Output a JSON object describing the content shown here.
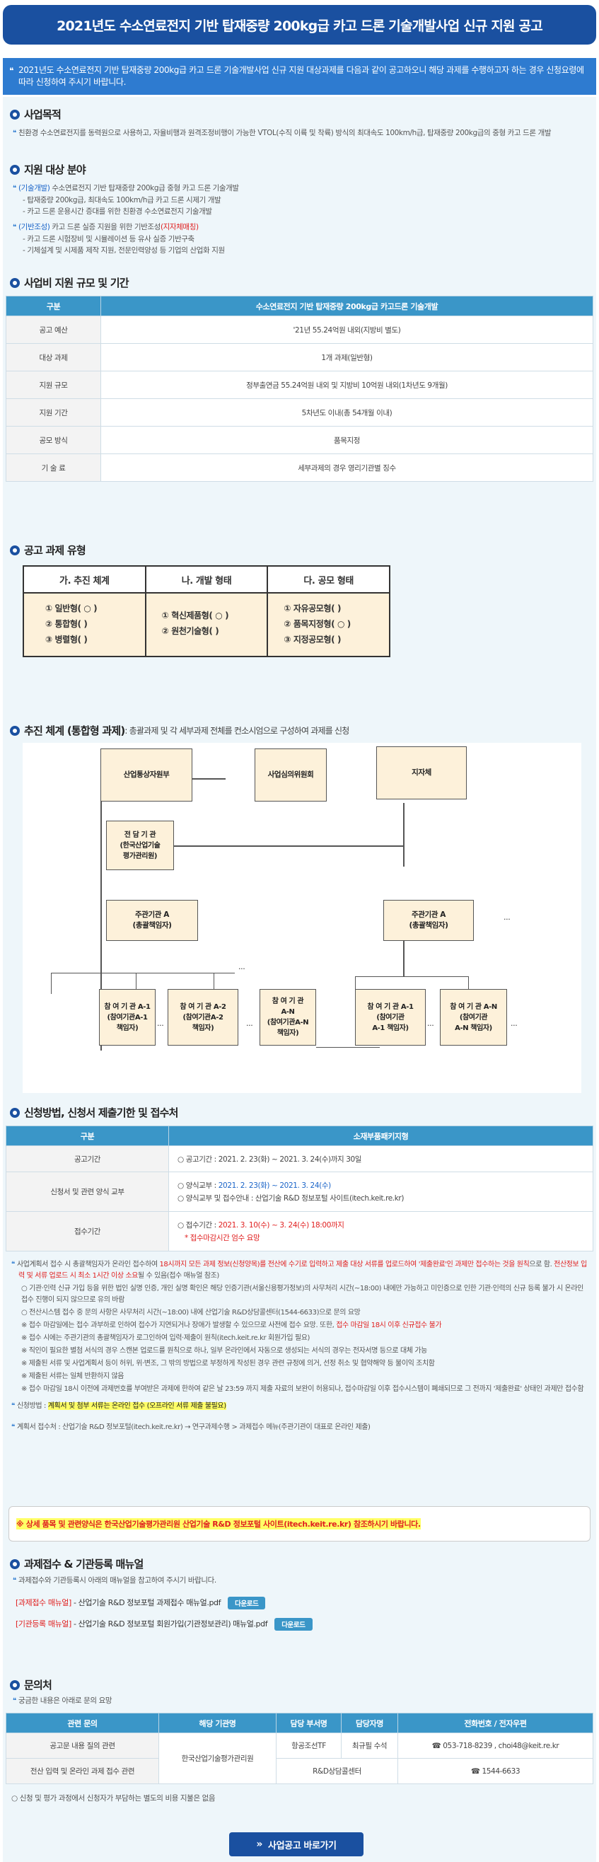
{
  "title": "2021년도 수소연료전지 기반 탑재중량 200kg급 카고 드론 기술개발사업 신규 지원 공고",
  "intro": "2021년도 수소연료전지 기반 탑재중량 200kg급 카고 드론 기술개발사업 신규 지원 대상과제를 다음과 같이 공고하오니 해당 과제를 수행하고자 하는 경우 신청요령에 따라 신청하여 주시기 바랍니다.",
  "s1": {
    "title": "사업목적",
    "text": "친환경 수소연료전지를 동력원으로 사용하고, 자율비행과 원격조정비행이 가능한 VTOL(수직 이륙 및 착륙) 방식의 최대속도 100km/h급, 탑재중량 200kg급의 중형 카고 드론 개발"
  },
  "s2": {
    "title": "지원 대상 분야",
    "a_tag": "(기술개발)",
    "a_text": " 수소연료전지 기반 탑재중량 200kg급 중형 카고 드론 기술개발",
    "a1": "- 탑재중량 200kg급, 최대속도 100km/h급 카고 드론 시제기 개발",
    "a2": "- 카고 드론 운용시간 증대를 위한 친환경 수소연료전지 기술개발",
    "b_tag": "(기반조성)",
    "b_text": " 카고 드론 실증 지원을 위한 기반조성",
    "b_tag2": "(지자체매칭)",
    "b1": "- 카고 드론 시험장비 및 시뮬레이션 등 유사 실증 기반구축",
    "b2": "- 기체설계 및 시제품 제작 지원, 전문인력양성 등 기업의 산업화 지원"
  },
  "s3": {
    "title": "사업비 지원 규모 및 기간",
    "h1": "구분",
    "h2": "수소연료전지 기반 탑재중량 200kg급 카고드론 기술개발",
    "rows": [
      [
        "공고 예산",
        "'21년 55.24억원 내외(지방비 별도)"
      ],
      [
        "대상 과제",
        "1개 과제(일반형)"
      ],
      [
        "지원 규모",
        "정부출연금 55.24억원 내외 및 지방비 10억원 내외(1차년도 9개월)"
      ],
      [
        "지원 기간",
        "5차년도 이내(총 54개월 이내)"
      ],
      [
        "공모 방식",
        "품목지정"
      ],
      [
        "기 술 료",
        "세부과제의 경우 영리기관별 징수"
      ]
    ]
  },
  "s4": {
    "title": "공고 과제 유형",
    "c1": "가. 추진 체계",
    "c2": "나. 개발 형태",
    "c3": "다. 공모 형태",
    "c1a": "① 일반형( ○ )",
    "c1b": "② 통합형(    )",
    "c1c": "③ 병렬형(    )",
    "c2a": "① 혁신제품형( ○ )",
    "c2b": "② 원천기술형(    )",
    "c3a": "① 자유공모형(    )",
    "c3b": "② 품목지정형( ○ )",
    "c3c": "③ 지정공모형(    )"
  },
  "s5": {
    "title": "추진 체계 (통합형 과제)",
    "desc": " : 총괄과제 및 각 세부과제 전체를 컨소시엄으로 구성하여 과제를 신청",
    "b1": "산업통상자원부",
    "b2": "사업심의위원회",
    "b3": "지자체",
    "b4": "전 담 기 관\n(한국산업기술\n평가관리원)",
    "b5": "주관기관 A\n(총괄책임자)",
    "b6": "주관기관 A\n(총괄책임자)",
    "p1": "참 여 기 관 A-1\n(참여기관A-1\n책임자)",
    "p2": "참 여 기 관 A-2\n(참여기관A-2\n책임자)",
    "p3": "참 여 기 관\nA-N\n(참여기관A-N\n책임자)",
    "p4": "참 여 기 관 A-1\n(참여기관\nA-1 책임자)",
    "p5": "참 여 기 관 A-N\n(참여기관\nA-N 책임자)",
    "dots": "..."
  },
  "s6": {
    "title": "신청방법, 신청서 제출기한 및 접수처",
    "h1": "구분",
    "h2": "소재부품패키지형",
    "r1l": "공고기간",
    "r1": "○ 공고기간 : 2021. 2. 23(화) ~ 2021. 3. 24(수)까지 30일",
    "r2l": "신청서 및 관련 양식 교부",
    "r2a": "○ 양식교부 : ",
    "r2a2": "2021. 2. 23(화) ~ 2021. 3. 24(수)",
    "r2b": "○ 양식교부 및 접수안내 : 산업기술 R&D 정보포털 사이트(itech.keit.re.kr)",
    "r3l": "접수기간",
    "r3a": "○ 접수기간 : ",
    "r3a2": "2021. 3. 10(수) ~ 3. 24(수) 18:00까지",
    "r3b": "* 접수마감시간 엄수 요망"
  },
  "notes": {
    "n1a": "사업계획서 접수 시 총괄책임자가 온라인 접수하여 ",
    "n1b": "18시까지 모든 과제 정보(신청양목)를 전산에 수기로 입력하고 제출 대상 서류를 업로드하여 '제출완료'인 과제만 접수하는 것을 원칙",
    "n1c": "으로 함. ",
    "n1d": "전산정보 입력 및 서류 업로드 시 최소 1시간 이상 소요",
    "n1e": "될 수 있음(접수 매뉴얼 참조)",
    "n2": "○ 기관·인력 신규 가입 등을 위한 법인 실명 인증, 개인 실명 확인은 해당 인증기관(서울신용평가정보)의 사무처리 시간(~18:00) 내에만 가능하고 미인증으로 인한 기관·인력의 신규 등록 불가 시 온라인 접수 진행이 되지 않으므로 유의 바람",
    "n3": "○ 전산시스템 접수 중 문의 사항은 사무처리 시간(~18:00) 내에 산업기술 R&D상담콜센터(1544-6633)으로 문의 요망",
    "n4a": "※ 접수 마감일에는 접수 과부하로 인하여 접수가 지연되거나 장애가 발생할 수 있으므로 사전에 접수 요망. 또한, ",
    "n4b": "접수 마감일 18시 이후 신규접수 불가",
    "n5": "※ 접수 시에는 주관기관의 총괄책임자가 로그인하여 입력·제출이 원칙(itech.keit.re.kr 회원가입 필요)",
    "n6": "※ 직인이 필요한 별첨 서식의 경우 스캔본 업로드를 원칙으로 하나, 일부 온라인에서 자동으로 생성되는 서식의 경우는 전자서명 등으로 대체 가능",
    "n7": "※ 제출된 서류 및 사업계획서 등이 허위, 위·변조, 그 밖의 방법으로 부정하게 작성된 경우 관련 규정에 의거, 선정 취소 및 협약해약 등 불이익 조치함",
    "n8": "※ 제출된 서류는 일체 반환하지 않음",
    "n9": "※ 접수 마감일 18시 이전에 과제번호를 부여받은 과제에 한하여 같은 날 23:59 까지 제출 자료의 보완이 허용되나, 접수마감일 이후 접수시스템이 폐쇄되므로 그 전까지 '제출완료' 상태인 과제만 접수함",
    "m1a": "신청방법 : ",
    "m1b": "계획서 및 첨부 서류는 온라인 접수 (오프라인 서류 제출 불필요)",
    "m2": "계획서 접수처 : 산업기술 R&D 정보포털(itech.keit.re.kr) → 연구과제수행 > 과제접수 메뉴(주관기관이 대표로 온라인 제출)",
    "notice": "※ 상세 품목 및 관련양식은 한국산업기술평가관리원 산업기술 R&D 정보포털 사이트(itech.keit.re.kr) 참조하시기 바랍니다."
  },
  "s7": {
    "title": "과제접수 & 기관등록 매뉴얼",
    "text": "과제접수와 기관등록시 아래의 매뉴얼을 참고하여 주시기 바랍니다.",
    "m1t": "[과제접수 매뉴얼]",
    "m1": " - 산업기술 R&D 정보포털 과제접수 매뉴얼.pdf",
    "m2t": "[기관등록 매뉴얼]",
    "m2": " - 산업기술 R&D 정보포털 회원가입(기관정보관리) 매뉴얼.pdf",
    "dl": "다운로드"
  },
  "s8": {
    "title": "문의처",
    "text": "궁금한 내용은 아래로 문의 요망",
    "h": [
      "관련 문의",
      "해당 기관명",
      "담당 부서명",
      "담당자명",
      "전화번호 / 전자우편"
    ],
    "r1": [
      "공고문 내용 질의 관련",
      "한국산업기술평가관리원",
      "항공조선TF",
      "최규필 수석",
      "☎ 053-718-8239 , choi48@keit.re.kr"
    ],
    "r2": [
      "전산 입력 및 온라인 과제 접수 관련",
      "R&D상담콜센터",
      "☎ 1544-6633"
    ],
    "foot": "○ 신청 및 평가 과정에서 신청자가 부담하는 별도의 비용 지불은 없음"
  },
  "btn": "사업공고 바로가기"
}
